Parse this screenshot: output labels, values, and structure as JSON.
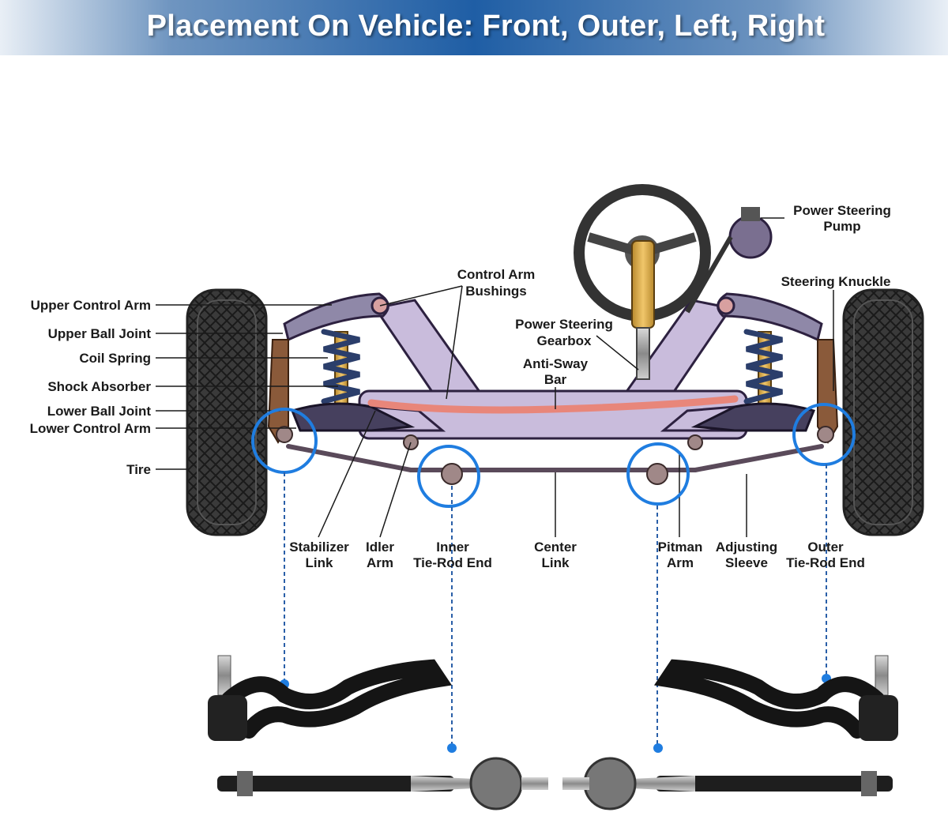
{
  "banner": {
    "title": "Placement On Vehicle: Front, Outer, Left, Right"
  },
  "colors": {
    "accent": "#1f7de0",
    "banner": "#1f5ea5",
    "frame": "#c4b6d8",
    "sway_bar": "#e8867a",
    "tire": "#2b2b2b"
  },
  "labels": {
    "upper_control_arm": "Upper Control Arm",
    "upper_ball_joint": "Upper Ball Joint",
    "coil_spring": "Coil Spring",
    "shock_absorber": "Shock Absorber",
    "lower_ball_joint": "Lower Ball Joint",
    "lower_control_arm": "Lower Control Arm",
    "tire": "Tire",
    "control_arm_bushings": [
      "Control Arm",
      "Bushings"
    ],
    "power_steering_gearbox": [
      "Power Steering",
      "Gearbox"
    ],
    "anti_sway_bar": [
      "Anti-Sway",
      "Bar"
    ],
    "power_steering_pump": [
      "Power Steering",
      "Pump"
    ],
    "steering_knuckle": "Steering Knuckle",
    "stabilizer_link": [
      "Stabilizer",
      "Link"
    ],
    "idler_arm": [
      "Idler",
      "Arm"
    ],
    "inner_tie_rod_end_left": [
      "Inner",
      "Tie-Rod End"
    ],
    "center_link": [
      "Center",
      "Link"
    ],
    "pitman_arm": [
      "Pitman",
      "Arm"
    ],
    "adjusting_sleeve": [
      "Adjusting",
      "Sleeve"
    ],
    "outer_tie_rod_end_right": [
      "Outer",
      "Tie-Rod End"
    ]
  }
}
